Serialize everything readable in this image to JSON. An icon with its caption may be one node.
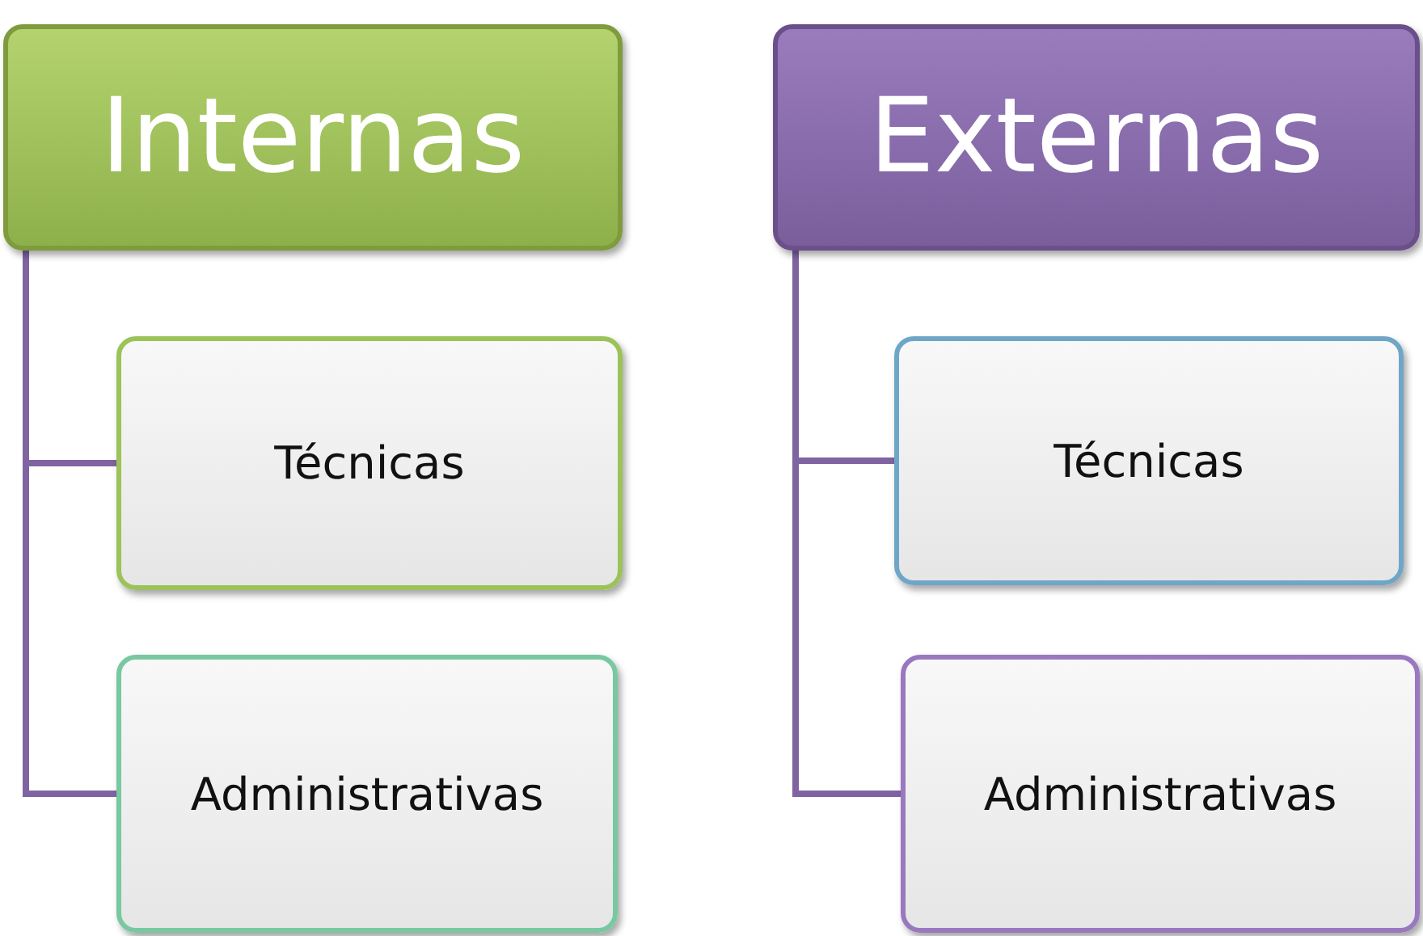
{
  "diagram": {
    "nodes": [
      {
        "text": [
          "Internas"
        ]
      },
      {
        "text": [
          "Técnicas"
        ]
      },
      {
        "text": [
          "Administrativas"
        ]
      },
      {
        "text": [
          "Externas"
        ]
      },
      {
        "text": [
          "Técnicas"
        ]
      },
      {
        "text": [
          "Administrativas"
        ]
      }
    ],
    "edges": [
      {
        "from": 0,
        "to": 1,
        "arrow": "none"
      },
      {
        "from": 0,
        "to": 2,
        "arrow": "none"
      },
      {
        "from": 3,
        "to": 4,
        "arrow": "none"
      },
      {
        "from": 3,
        "to": 5,
        "arrow": "none"
      }
    ]
  }
}
